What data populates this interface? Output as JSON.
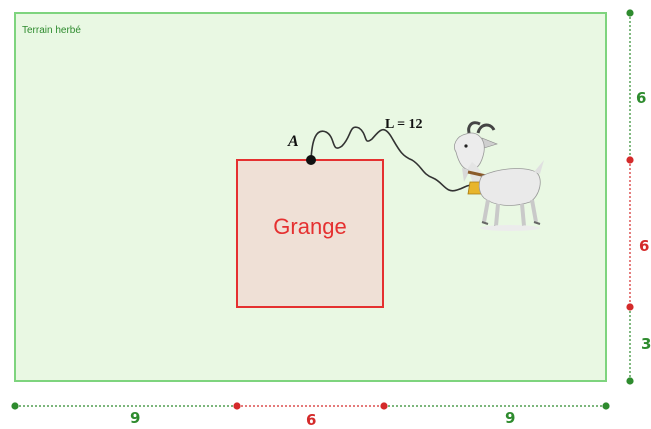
{
  "field": {
    "label": "Terrain herbé",
    "fill": "#e9f8e3",
    "stroke": "#7ed47e"
  },
  "barn": {
    "label": "Grange",
    "fill": "#efe0d6",
    "stroke": "#e53030"
  },
  "point": {
    "name": "A"
  },
  "rope": {
    "label": "L = 12"
  },
  "goat": {
    "icon": "goat-icon"
  },
  "bottom_dimensions": [
    "9",
    "6",
    "9"
  ],
  "right_dimensions": [
    "6",
    "6",
    "3"
  ],
  "colors": {
    "green": "#2e8b2e",
    "red": "#d42a2a"
  }
}
